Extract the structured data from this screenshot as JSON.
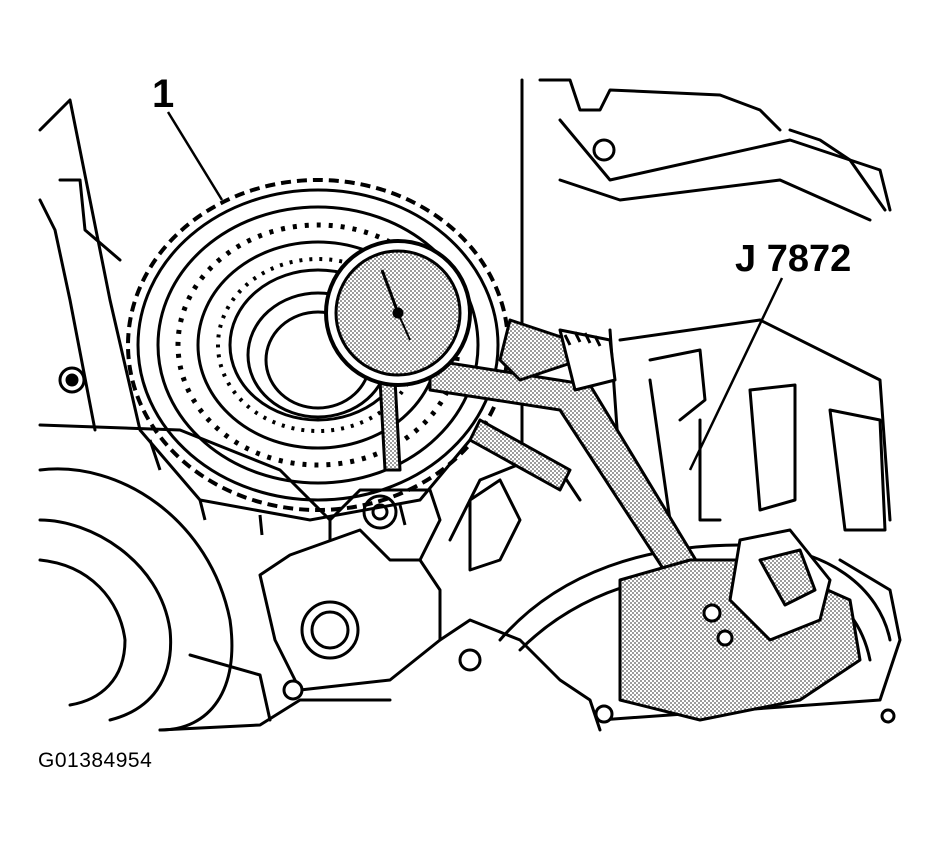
{
  "labels": {
    "callout_1": "1",
    "tool_callout": "J 7872",
    "figure_id": "G01384954"
  },
  "colors": {
    "ink": "#000000",
    "paper": "#ffffff",
    "stipple": "#9a9a9a"
  }
}
